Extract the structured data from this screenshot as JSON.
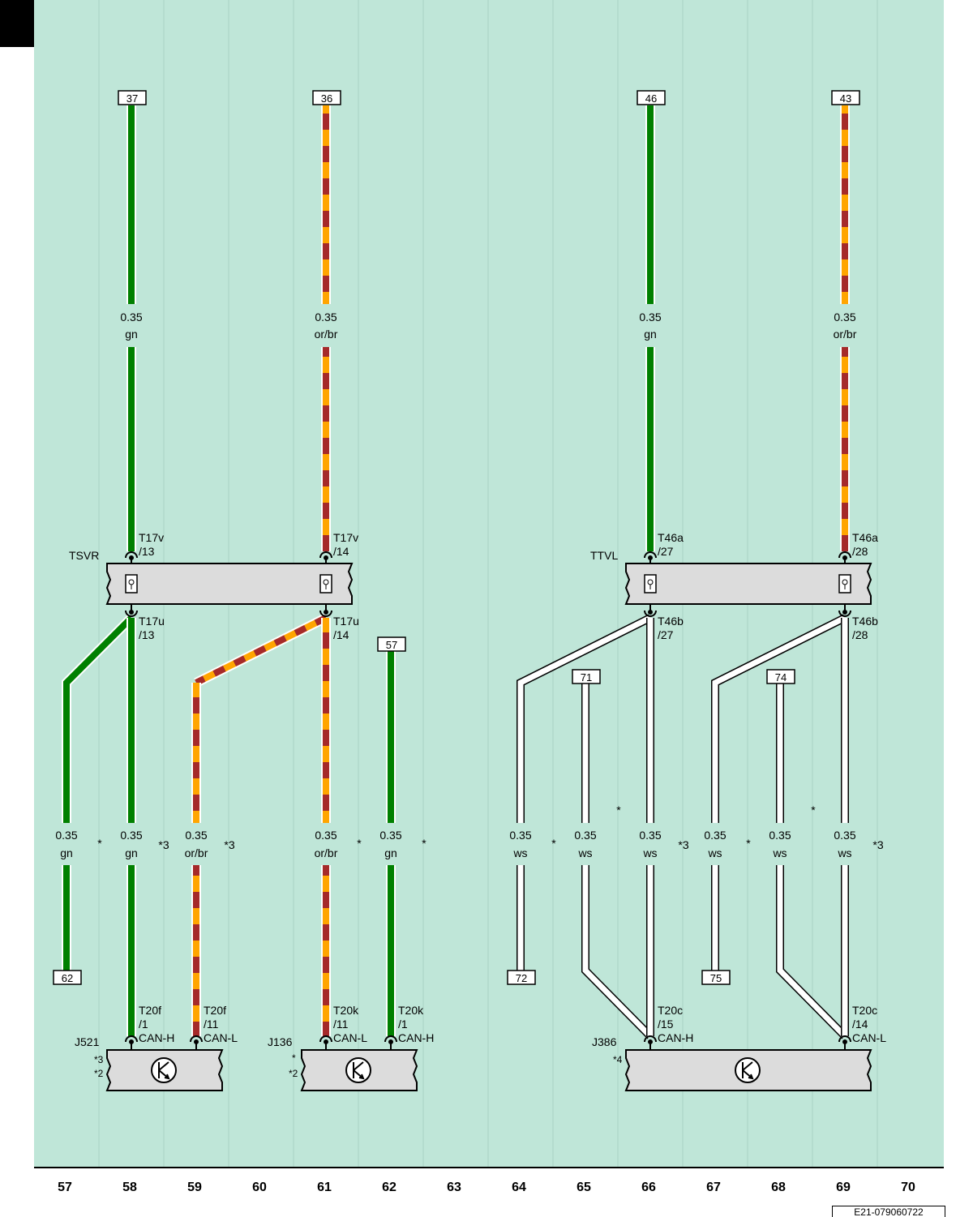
{
  "colors": {
    "background": "#bfe6d8",
    "green": "#008000",
    "orange": "#ffa500",
    "brown": "#a52a2a",
    "white_wire": "#ffffff",
    "connector_fill": "#dcdcdc"
  },
  "column_numbers": [
    "57",
    "58",
    "59",
    "60",
    "61",
    "62",
    "63",
    "64",
    "65",
    "66",
    "67",
    "68",
    "69",
    "70"
  ],
  "doc_id": "E21-079060722",
  "top_terminals": [
    "37",
    "36",
    "46",
    "43"
  ],
  "lower_terminals": [
    "57",
    "71",
    "74"
  ],
  "bottom_terminals": [
    "62",
    "72",
    "75"
  ],
  "connectors": {
    "tsvr": {
      "name": "TSVR",
      "pin_top_left": [
        "T17v",
        "/13"
      ],
      "pin_top_right": [
        "T17v",
        "/14"
      ],
      "pin_bot_left": [
        "T17u",
        "/13"
      ],
      "pin_bot_right": [
        "T17u",
        "/14"
      ]
    },
    "ttvl": {
      "name": "TTVL",
      "pin_top_left": [
        "T46a",
        "/27"
      ],
      "pin_top_right": [
        "T46a",
        "/28"
      ],
      "pin_bot_left": [
        "T46b",
        "/27"
      ],
      "pin_bot_right": [
        "T46b",
        "/28"
      ]
    }
  },
  "wire_labels_upper": [
    {
      "size": "0.35",
      "color": "gn"
    },
    {
      "size": "0.35",
      "color": "or/br"
    },
    {
      "size": "0.35",
      "color": "gn"
    },
    {
      "size": "0.35",
      "color": "or/br"
    }
  ],
  "wire_labels_lower": [
    {
      "size": "0.35",
      "color": "gn",
      "note": "*"
    },
    {
      "size": "0.35",
      "color": "gn",
      "note": "*3"
    },
    {
      "size": "0.35",
      "color": "or/br",
      "note": "*3"
    },
    {
      "size": "0.35",
      "color": "or/br",
      "note": "*"
    },
    {
      "size": "0.35",
      "color": "gn",
      "note": "*"
    },
    {
      "size": "0.35",
      "color": "ws",
      "note": "*"
    },
    {
      "size": "0.35",
      "color": "ws",
      "note": ""
    },
    {
      "size": "0.35",
      "color": "ws",
      "note": "*3"
    },
    {
      "size": "0.35",
      "color": "ws",
      "note": "*"
    },
    {
      "size": "0.35",
      "color": "ws",
      "note": ""
    },
    {
      "size": "0.35",
      "color": "ws",
      "note": "*3"
    }
  ],
  "extra_notes": [
    "*",
    "*"
  ],
  "modules": {
    "j521": {
      "name": "J521",
      "notes": [
        "*3",
        "*2"
      ],
      "pins": [
        {
          "conn": "T20f",
          "pin": "/1",
          "signal": "CAN-H"
        },
        {
          "conn": "T20f",
          "pin": "/11",
          "signal": "CAN-L"
        }
      ]
    },
    "j136": {
      "name": "J136",
      "notes": [
        "*",
        "*2"
      ],
      "pins": [
        {
          "conn": "T20k",
          "pin": "/11",
          "signal": "CAN-L"
        },
        {
          "conn": "T20k",
          "pin": "/1",
          "signal": "CAN-H"
        }
      ]
    },
    "j386": {
      "name": "J386",
      "notes": [
        "*4"
      ],
      "pins": [
        {
          "conn": "T20c",
          "pin": "/15",
          "signal": "CAN-H"
        },
        {
          "conn": "T20c",
          "pin": "/14",
          "signal": "CAN-L"
        }
      ]
    }
  }
}
